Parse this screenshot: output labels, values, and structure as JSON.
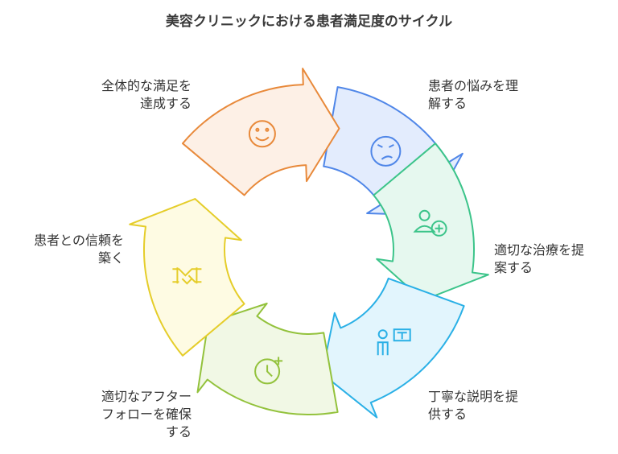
{
  "title": "美容クリニックにおける患者満足度のサイクル",
  "steps": [
    {
      "label": "全体的な満足を\n達成する",
      "icon": "smile-face-icon",
      "fill": "#fdf0e6",
      "stroke": "#e8893a"
    },
    {
      "label": "患者の悩みを理\n解する",
      "icon": "worried-face-icon",
      "fill": "#e3ecfd",
      "stroke": "#4f86e8"
    },
    {
      "label": "適切な治療を提\n案する",
      "icon": "patient-medical-icon",
      "fill": "#e6f8ef",
      "stroke": "#3cc48a"
    },
    {
      "label": "丁寧な説明を提\n供する",
      "icon": "presenter-icon",
      "fill": "#e2f5fd",
      "stroke": "#2ab0e6"
    },
    {
      "label": "適切なアフター\nフォローを確保\nする",
      "icon": "clock-plus-icon",
      "fill": "#f1f8e5",
      "stroke": "#93c23c"
    },
    {
      "label": "患者との信頼を\n築く",
      "icon": "handshake-icon",
      "fill": "#fefbe3",
      "stroke": "#e5cd2a"
    }
  ]
}
